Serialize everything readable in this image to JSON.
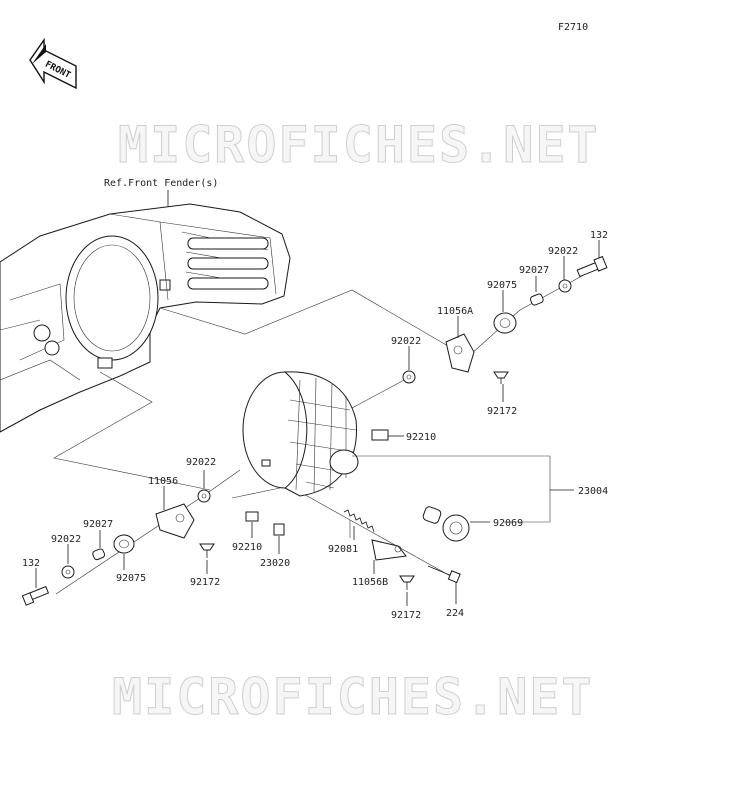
{
  "figure_code": "F2710",
  "front_arrow_text": "FRONT",
  "reference_label": "Ref.Front Fender(s)",
  "watermark": "MICROFICHES.NET",
  "parts": {
    "p132_r": "132",
    "p92022_r": "92022",
    "p92027_r": "92027",
    "p92075_r": "92075",
    "p11056a": "11056A",
    "p92022_m": "92022",
    "p92172_r": "92172",
    "p92210_r": "92210",
    "p23004": "23004",
    "p92069": "92069",
    "p92081": "92081",
    "p11056b": "11056B",
    "p92172_b": "92172",
    "p224": "224",
    "p92022_l": "92022",
    "p11056": "11056",
    "p92027_l": "92027",
    "p92022_ll": "92022",
    "p132_l": "132",
    "p92075_l": "92075",
    "p92172_l": "92172",
    "p92210_l": "92210",
    "p23020": "23020"
  }
}
